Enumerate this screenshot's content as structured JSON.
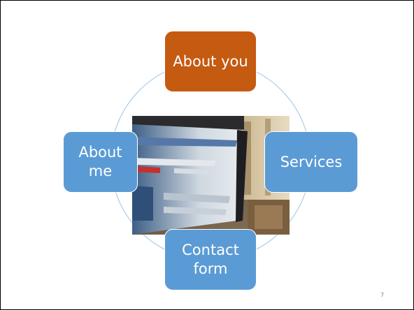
{
  "diagram": {
    "nodes": [
      {
        "id": "about-you",
        "label": "About you",
        "color": "#c55a11"
      },
      {
        "id": "services",
        "label": "Services",
        "color": "#5b9bd5"
      },
      {
        "id": "contact-form",
        "label": "Contact form",
        "color": "#5b9bd5"
      },
      {
        "id": "about-me",
        "label": "About me",
        "color": "#5b9bd5"
      }
    ],
    "ring_color": "#9dc3e6",
    "center_image": "photo of a monitor showing the delicious bookmarking website"
  },
  "slide": {
    "page_number": "7"
  }
}
